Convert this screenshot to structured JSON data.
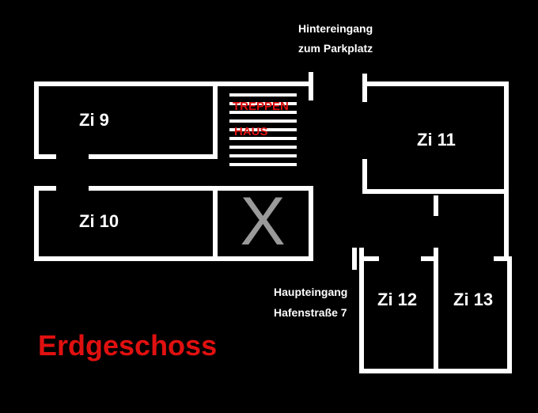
{
  "colors": {
    "background": "#000000",
    "wall": "#ffffff",
    "accent": "#e01010",
    "marker": "#9a9a9a"
  },
  "floor_title": "Erdgeschoss",
  "rooms": {
    "zi9": "Zi 9",
    "zi10": "Zi 10",
    "zi11": "Zi 11",
    "zi12": "Zi 12",
    "zi13": "Zi 13"
  },
  "staircase": {
    "line1": "TREPPEN",
    "line2": "HAUS"
  },
  "blocked_room_marker": "X",
  "back_entrance": {
    "line1": "Hintereingang",
    "line2": "zum Parkplatz"
  },
  "main_entrance": {
    "line1": "Haupteingang",
    "line2": "Hafenstraße 7"
  }
}
